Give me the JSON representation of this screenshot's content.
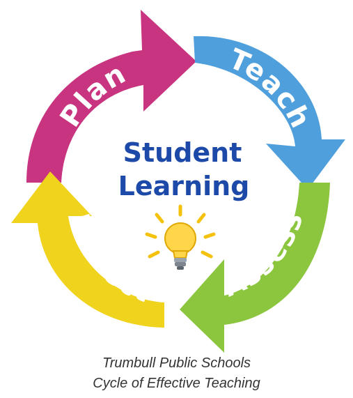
{
  "diagram": {
    "center": {
      "line1": "Student",
      "line2": "Learning"
    },
    "steps": [
      {
        "label": "Plan",
        "color": "#c8347f"
      },
      {
        "label": "Teach",
        "color": "#4f9fdc"
      },
      {
        "label": "Assess",
        "color": "#8cc63f"
      },
      {
        "label": "Reflect",
        "color": "#f0d31c"
      }
    ],
    "center_icon": "light-bulb-icon",
    "title_color": "#1d4aa8"
  },
  "caption": {
    "line1": "Trumbull Public Schools",
    "line2": "Cycle of Effective Teaching"
  }
}
